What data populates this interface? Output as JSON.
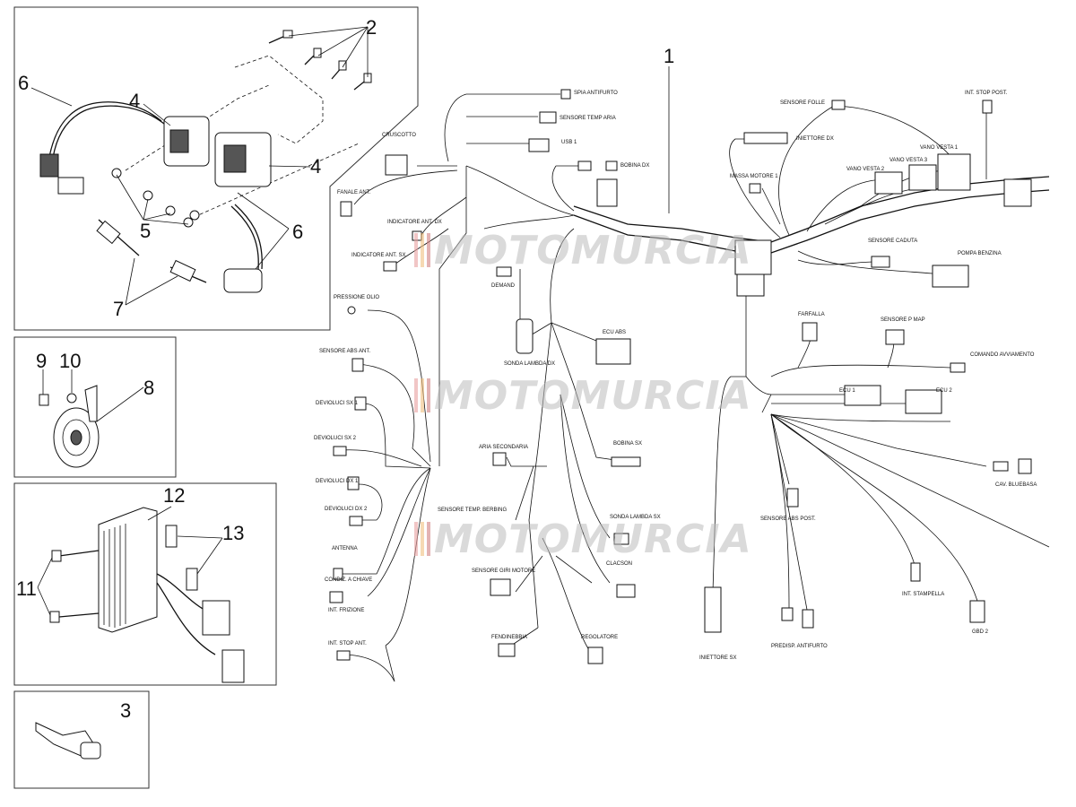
{
  "callouts": {
    "c1": "1",
    "c2": "2",
    "c3": "3",
    "c4a": "4",
    "c4b": "4",
    "c5": "5",
    "c6a": "6",
    "c6b": "6",
    "c7": "7",
    "c8": "8",
    "c9": "9",
    "c10": "10",
    "c11": "11",
    "c12": "12",
    "c13": "13"
  },
  "watermark": "MOTOMURCIA",
  "labels": {
    "spia_antifurto": "SPIA ANTIFURTO",
    "sensore_temp_aria": "SENSORE TEMP ARIA",
    "usb": "USB 1",
    "cruscotto": "CRUSCOTTO",
    "bobina_dx": "BOBINA DX",
    "faro_ant": "FANALE ANT.",
    "indicatore_ant_dx": "INDICATORE ANT. DX",
    "indicatore_ant_sx": "INDICATORE ANT. SX",
    "pressione_olio": "PRESSIONE OLIO",
    "demand": "DEMAND",
    "sonda_lambda_dx": "SONDA LAMBDA DX",
    "ecu_abs": "ECU ABS",
    "sensore_abs_ant": "SENSORE ABS ANT.",
    "deviaguidatore_sx1": "DEVIOLUCI SX 1",
    "deviaguidatore_sx2": "DEVIOLUCI SX 2",
    "deviaguidatore_dx1": "DEVIOLUCI DX 1",
    "deviaguidatore_dx2": "DEVIOLUCI DX 2",
    "aria_secondaria": "ARIA SECONDARIA",
    "bobina_sx": "BOBINA SX",
    "sensore_temp_acqua": "SENSORE TEMP. BERBING",
    "sonda_lambda_sx": "SONDA LAMBDA SX",
    "antenna": "ANTENNA",
    "cond_a_chiave": "CONDIZ. A CHIAVE",
    "sensore_giri": "SENSORE GIRI MOTORE",
    "clacson": "CLACSON",
    "int_frizione": "INT. FRIZIONE",
    "int_stop_ant": "INT. STOP ANT.",
    "fenditura": "FENDINEBBIA",
    "regolatore": "REGOLATORE",
    "sensore_folle": "SENSORE FOLLE",
    "iniettore_dx": "INIETTORE DX",
    "int_stop_post": "INT. STOP POST.",
    "massa_motore": "MASSA MOTORE 1",
    "sensore_caduta": "SENSORE CADUTA",
    "pompa_benzina": "POMPA BENZINA",
    "farfalla": "FARFALLA",
    "sensore_p_map": "SENSORE P MAP",
    "comando_avviamento": "COMANDO AVVIAMENTO",
    "ecu1": "ECU 1",
    "ecu2": "ECU 2",
    "cav_bluebasa": "CAV. BLUEBASA",
    "sensore_abs_post": "SENSORE ABS POST.",
    "int_stampella": "INT. STAMPELLA",
    "iniettore_sx": "INIETTORE SX",
    "predisp_antifurto": "PREDISP. ANTIFURTO",
    "gbd2": "GBD 2",
    "vano1": "VANO VESTA 1",
    "vano2": "VANO VESTA 2",
    "vano3": "VANO VESTA 3"
  }
}
